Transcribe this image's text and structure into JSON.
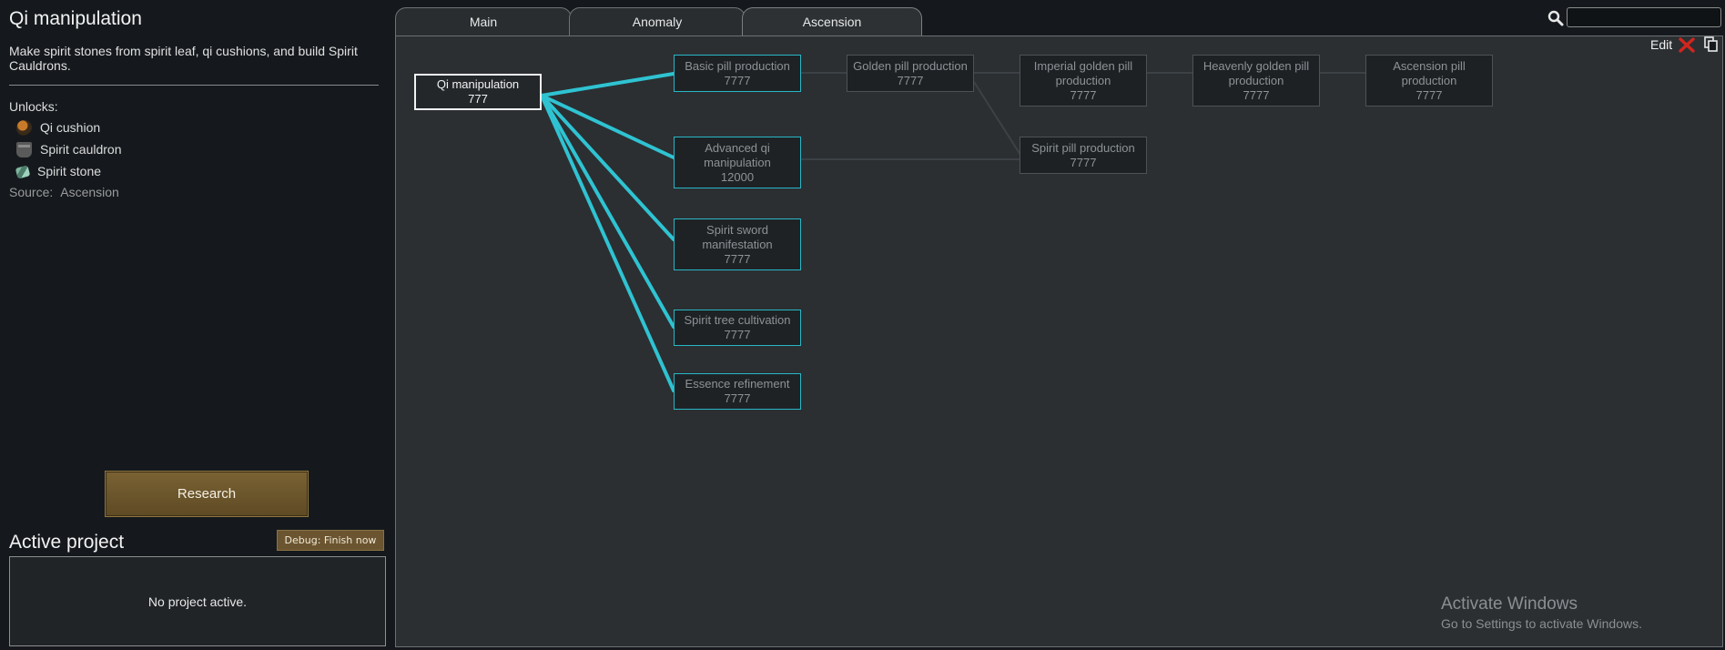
{
  "project": {
    "title": "Qi manipulation",
    "description": "Make spirit stones from spirit leaf, qi cushions, and build Spirit Cauldrons.",
    "unlocks_label": "Unlocks:",
    "unlocks": [
      "Qi cushion",
      "Spirit cauldron",
      "Spirit stone"
    ],
    "source_label": "Source:",
    "source_value": "Ascension",
    "research_button": "Research"
  },
  "active": {
    "title": "Active project",
    "debug_button": "Debug: Finish now",
    "empty_text": "No project active."
  },
  "tabs": [
    "Main",
    "Anomaly",
    "Ascension"
  ],
  "active_tab": "Ascension",
  "search": {
    "value": ""
  },
  "toolbar": {
    "edit_label": "Edit"
  },
  "nodes": {
    "qi": {
      "name": "Qi manipulation",
      "cost": "777"
    },
    "basic": {
      "name": "Basic pill production",
      "cost": "7777"
    },
    "advanced": {
      "name": "Advanced qi manipulation",
      "cost": "12000"
    },
    "sword": {
      "name": "Spirit sword manifestation",
      "cost": "7777"
    },
    "tree": {
      "name": "Spirit tree cultivation",
      "cost": "7777"
    },
    "essence": {
      "name": "Essence refinement",
      "cost": "7777"
    },
    "golden": {
      "name": "Golden pill production",
      "cost": "7777"
    },
    "imperial": {
      "name": "Imperial golden pill production",
      "cost": "7777"
    },
    "heavenly": {
      "name": "Heavenly golden pill production",
      "cost": "7777"
    },
    "ascension": {
      "name": "Ascension pill production",
      "cost": "7777"
    },
    "spiritpill": {
      "name": "Spirit pill production",
      "cost": "7777"
    }
  },
  "colors": {
    "available_link": "#2fc3d2",
    "locked_link": "#3c4145",
    "close_icon": "#d0261e"
  },
  "watermark": {
    "title": "Activate Windows",
    "subtitle": "Go to Settings to activate Windows."
  }
}
